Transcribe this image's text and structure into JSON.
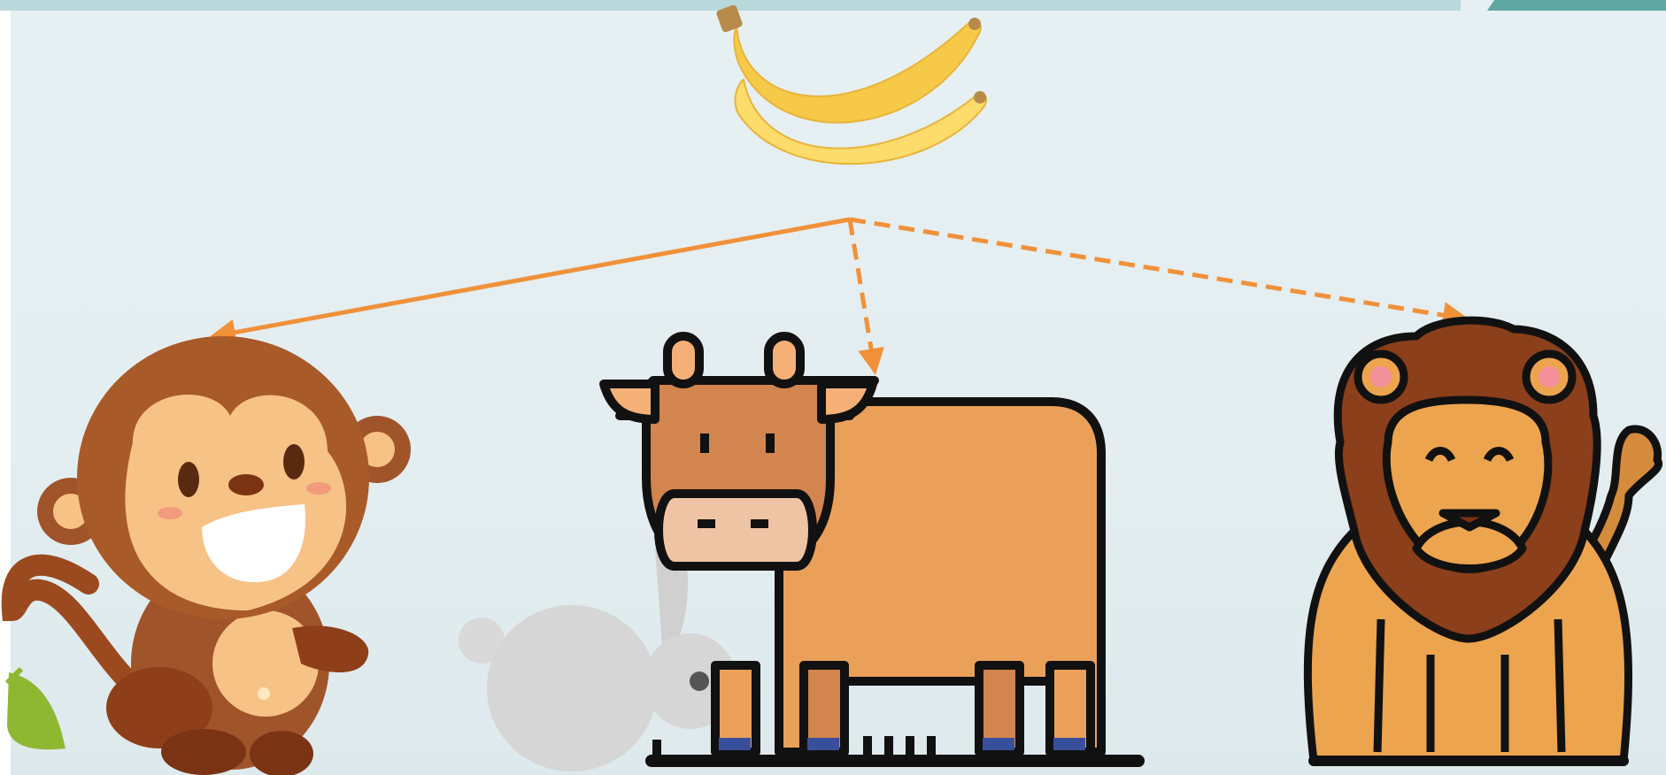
{
  "scene": {
    "source_item": "banana-icon",
    "targets": [
      {
        "name": "monkey",
        "line_style": "solid"
      },
      {
        "name": "cow",
        "line_style": "dashed"
      },
      {
        "name": "lion",
        "line_style": "dashed"
      }
    ],
    "decor": [
      "rabbit-icon",
      "leaf-icon"
    ]
  },
  "colors": {
    "arrow": "#f0913a",
    "background": "#e4eef1",
    "top_bar": "#b9d8db",
    "top_bar_accent": "#5fa7a2"
  }
}
